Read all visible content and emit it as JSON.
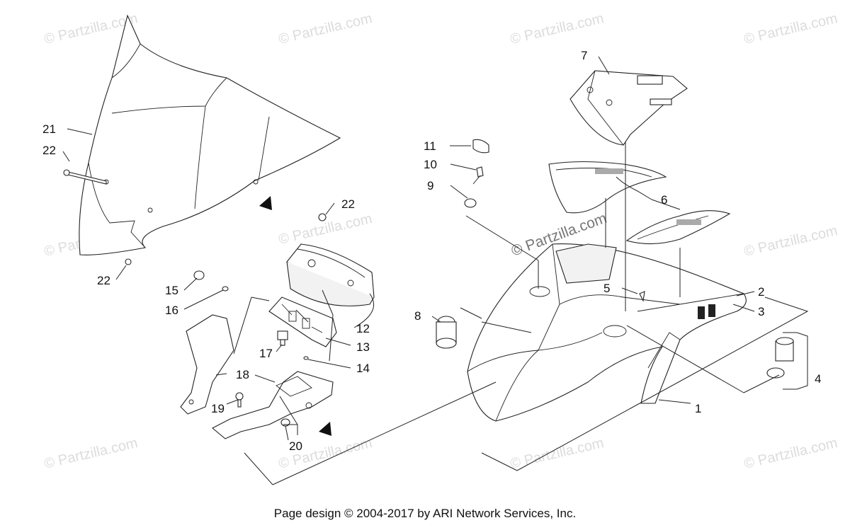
{
  "watermark": {
    "text": "© Partzilla.com",
    "center_text": "© Partzilla.com"
  },
  "callouts": {
    "c1": "1",
    "c2": "2",
    "c3": "3",
    "c4": "4",
    "c5": "5",
    "c6": "6",
    "c7": "7",
    "c8": "8",
    "c9": "9",
    "c10": "10",
    "c11": "11",
    "c12": "12",
    "c13": "13",
    "c14": "14",
    "c15": "15",
    "c16": "16",
    "c17": "17",
    "c18": "18",
    "c19": "19",
    "c20": "20",
    "c21": "21",
    "c22a": "22",
    "c22b": "22",
    "c22c": "22"
  },
  "footer": {
    "text": "Page design © 2004-2017 by ARI Network Services, Inc."
  }
}
